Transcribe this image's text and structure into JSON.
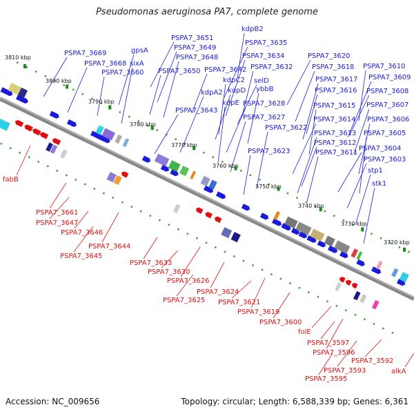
{
  "title": "Pseudomonas aeruginosa PA7, complete genome",
  "footer": {
    "accession": "Accession: NC_009656",
    "summary": "Topology: circular; Length: 6,588,339 bp; Genes: 6,361"
  },
  "colors": {
    "forward": "#1a1adc",
    "reverse": "#e01010",
    "backbone": "#888888",
    "tick": "#2e9a2e"
  },
  "scale": [
    "3810 kbp",
    "3800 kbp",
    "3790 kbp",
    "3780 kbp",
    "3770 kbp",
    "3760 kbp",
    "3750 kbp",
    "3740 kbp",
    "3730 kbp",
    "3720 kbp"
  ],
  "top_labels": [
    "PSPA7_3669",
    "PSPA7_3668",
    "gpsA",
    "sixA",
    "PSPA7_3660",
    "PSPA7_3651",
    "PSPA7_3649",
    "PSPA7_3648",
    "PSPA7_3650",
    "kdpB2",
    "PSPA7_3635",
    "PSPA7_3634",
    "PSPA7_3642",
    "PSPA7_3632",
    "kdpC2",
    "kdpA2",
    "selD",
    "kdpD",
    "ybbB",
    "kdpE",
    "PSPA7_3643",
    "PSPA7_3628",
    "PSPA7_3627",
    "PSPA7_3622",
    "PSPA7_3623",
    "PSPA7_3620",
    "PSPA7_3618",
    "PSPA7_3617",
    "PSPA7_3616",
    "PSPA7_3615",
    "PSPA7_3614",
    "PSPA7_3613",
    "PSPA7_3612",
    "PSPA7_3611",
    "PSPA7_3610",
    "PSPA7_3609",
    "PSPA7_3608",
    "PSPA7_3607",
    "PSPA7_3606",
    "PSPA7_3605",
    "PSPA7_3604",
    "PSPA7_3603",
    "stp1",
    "stk1"
  ],
  "bottom_labels": [
    "fabB",
    "PSPA7_3661",
    "PSPA7_3647",
    "PSPA7_3646",
    "PSPA7_3644",
    "PSPA7_3645",
    "PSPA7_3633",
    "PSPA7_3630",
    "PSPA7_3626",
    "PSPA7_3624",
    "PSPA7_3625",
    "PSPA7_3621",
    "PSPA7_3619",
    "PSPA7_3600",
    "folE",
    "PSPA7_3597",
    "PSPA7_3596",
    "PSPA7_3593",
    "PSPA7_3595",
    "PSPA7_3592",
    "alkA"
  ]
}
